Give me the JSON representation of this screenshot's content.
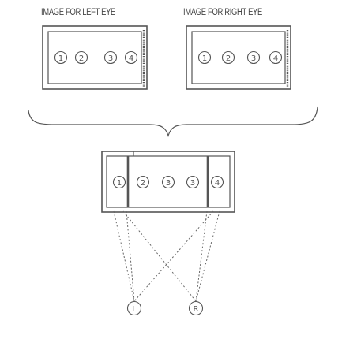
{
  "labels": {
    "left_eye": "IMAGE FOR LEFT EYE",
    "right_eye": "IMAGE FOR RIGHT EYE"
  },
  "left_panel": {
    "numbers": [
      "1",
      "2",
      "3",
      "4"
    ]
  },
  "right_panel": {
    "numbers": [
      "1",
      "2",
      "3",
      "4"
    ]
  },
  "combined": {
    "numbers": [
      "1",
      "2",
      "3",
      "3",
      "4"
    ]
  },
  "viewers": {
    "left": "L",
    "right": "R"
  },
  "colors": {
    "line": "#555555"
  }
}
